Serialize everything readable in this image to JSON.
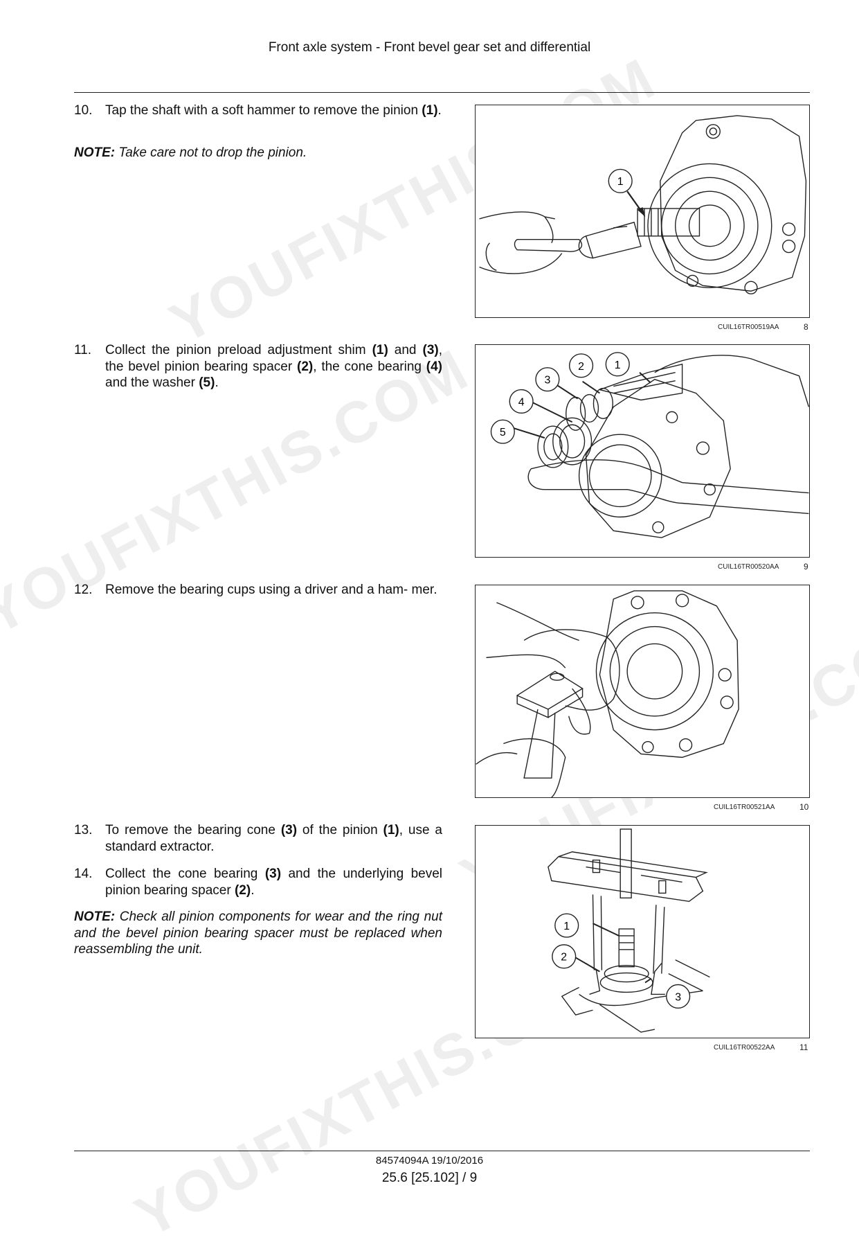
{
  "header": {
    "title": "Front axle system - Front bevel gear set and differential"
  },
  "watermark": "YOUFIXTHIS.COM",
  "steps": [
    {
      "num": "10.",
      "parts": [
        "Tap the shaft with a soft hammer to remove the pinion ",
        {
          "b": "(1)"
        },
        "."
      ]
    },
    {
      "num": "11.",
      "parts": [
        "Collect the pinion preload adjustment shim ",
        {
          "b": "(1)"
        },
        " and ",
        {
          "b": "(3)"
        },
        ", the bevel pinion bearing spacer ",
        {
          "b": "(2)"
        },
        ", the cone bearing ",
        {
          "b": "(4)"
        },
        " and the washer ",
        {
          "b": "(5)"
        },
        "."
      ]
    },
    {
      "num": "12.",
      "parts": [
        "Remove the bearing cups using a driver and a ham- mer."
      ]
    },
    {
      "num": "13.",
      "parts": [
        "To remove the bearing cone ",
        {
          "b": "(3)"
        },
        " of the pinion ",
        {
          "b": "(1)"
        },
        ", use a standard extractor."
      ]
    },
    {
      "num": "14.",
      "parts": [
        "Collect the cone bearing ",
        {
          "b": "(3)"
        },
        " and the underlying bevel pinion bearing spacer ",
        {
          "b": "(2)"
        },
        "."
      ]
    }
  ],
  "notes": [
    {
      "label": "NOTE:",
      "text": "Take care not to drop the pinion."
    },
    {
      "label": "NOTE:",
      "text": "Check all pinion components for wear and the ring nut and the bevel pinion bearing spacer must be replaced when reassembling the unit."
    }
  ],
  "figures": [
    {
      "code": "CUIL16TR00519AA",
      "number": "8",
      "callouts": [
        "1"
      ]
    },
    {
      "code": "CUIL16TR00520AA",
      "number": "9",
      "callouts": [
        "1",
        "2",
        "3",
        "4",
        "5"
      ]
    },
    {
      "code": "CUIL16TR00521AA",
      "number": "10",
      "callouts": []
    },
    {
      "code": "CUIL16TR00522AA",
      "number": "11",
      "callouts": [
        "1",
        "2",
        "3"
      ]
    }
  ],
  "footer": {
    "doc": "84574094A 19/10/2016",
    "page": "25.6 [25.102] / 9"
  }
}
